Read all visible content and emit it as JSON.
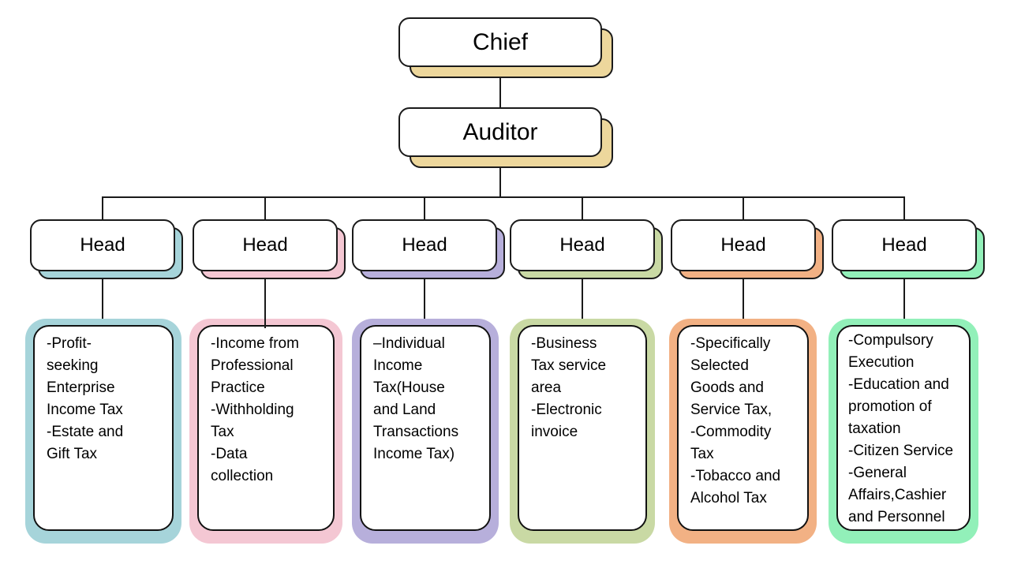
{
  "org": {
    "root_label": "Chief",
    "auditor_label": "Auditor",
    "top_shadow_color": "#EDD79C",
    "branches": [
      {
        "head_label": "Head",
        "color": "#A6D4DA",
        "lines": [
          "-Profit-",
          "seeking",
          "Enterprise",
          "Income Tax",
          "-Estate and",
          "Gift Tax"
        ]
      },
      {
        "head_label": "Head",
        "color": "#F4C7D3",
        "lines": [
          "-Income from",
          "Professional",
          "Practice",
          "-Withholding",
          "Tax",
          "-Data",
          "collection"
        ]
      },
      {
        "head_label": "Head",
        "color": "#B7AFDB",
        "lines": [
          "–Individual",
          "Income",
          "Tax(House",
          "and Land",
          "Transactions",
          "Income Tax)"
        ]
      },
      {
        "head_label": "Head",
        "color": "#C9D9A4",
        "lines": [
          "-Business",
          "Tax service",
          "area",
          "-Electronic",
          "invoice"
        ]
      },
      {
        "head_label": "Head",
        "color": "#F2B184",
        "lines": [
          "-Specifically",
          "Selected",
          "Goods and",
          "Service Tax,",
          "-Commodity",
          "Tax",
          "-Tobacco and",
          "Alcohol Tax"
        ]
      },
      {
        "head_label": "Head",
        "color": "#92F0B9",
        "lines": [
          "-Compulsory",
          "Execution",
          "-Education and",
          "promotion of",
          "taxation",
          "-Citizen Service",
          "-General",
          "Affairs,Cashier",
          "and Personnel"
        ]
      }
    ]
  }
}
